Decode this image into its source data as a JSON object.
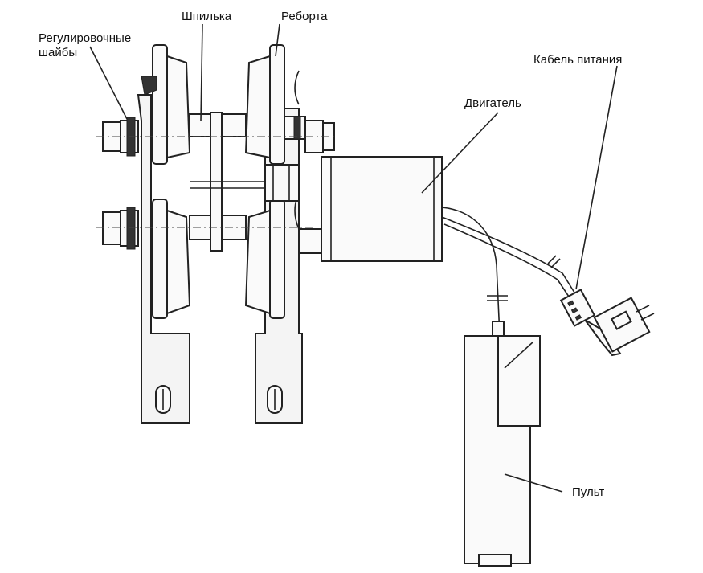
{
  "labels": {
    "washers_line1": "Регулировочные",
    "washers_line2": "шайбы",
    "stud": "Шпилька",
    "flange": "Реборта",
    "power_cable": "Кабель питания",
    "motor": "Двигатель",
    "pendant": "Пульт"
  }
}
